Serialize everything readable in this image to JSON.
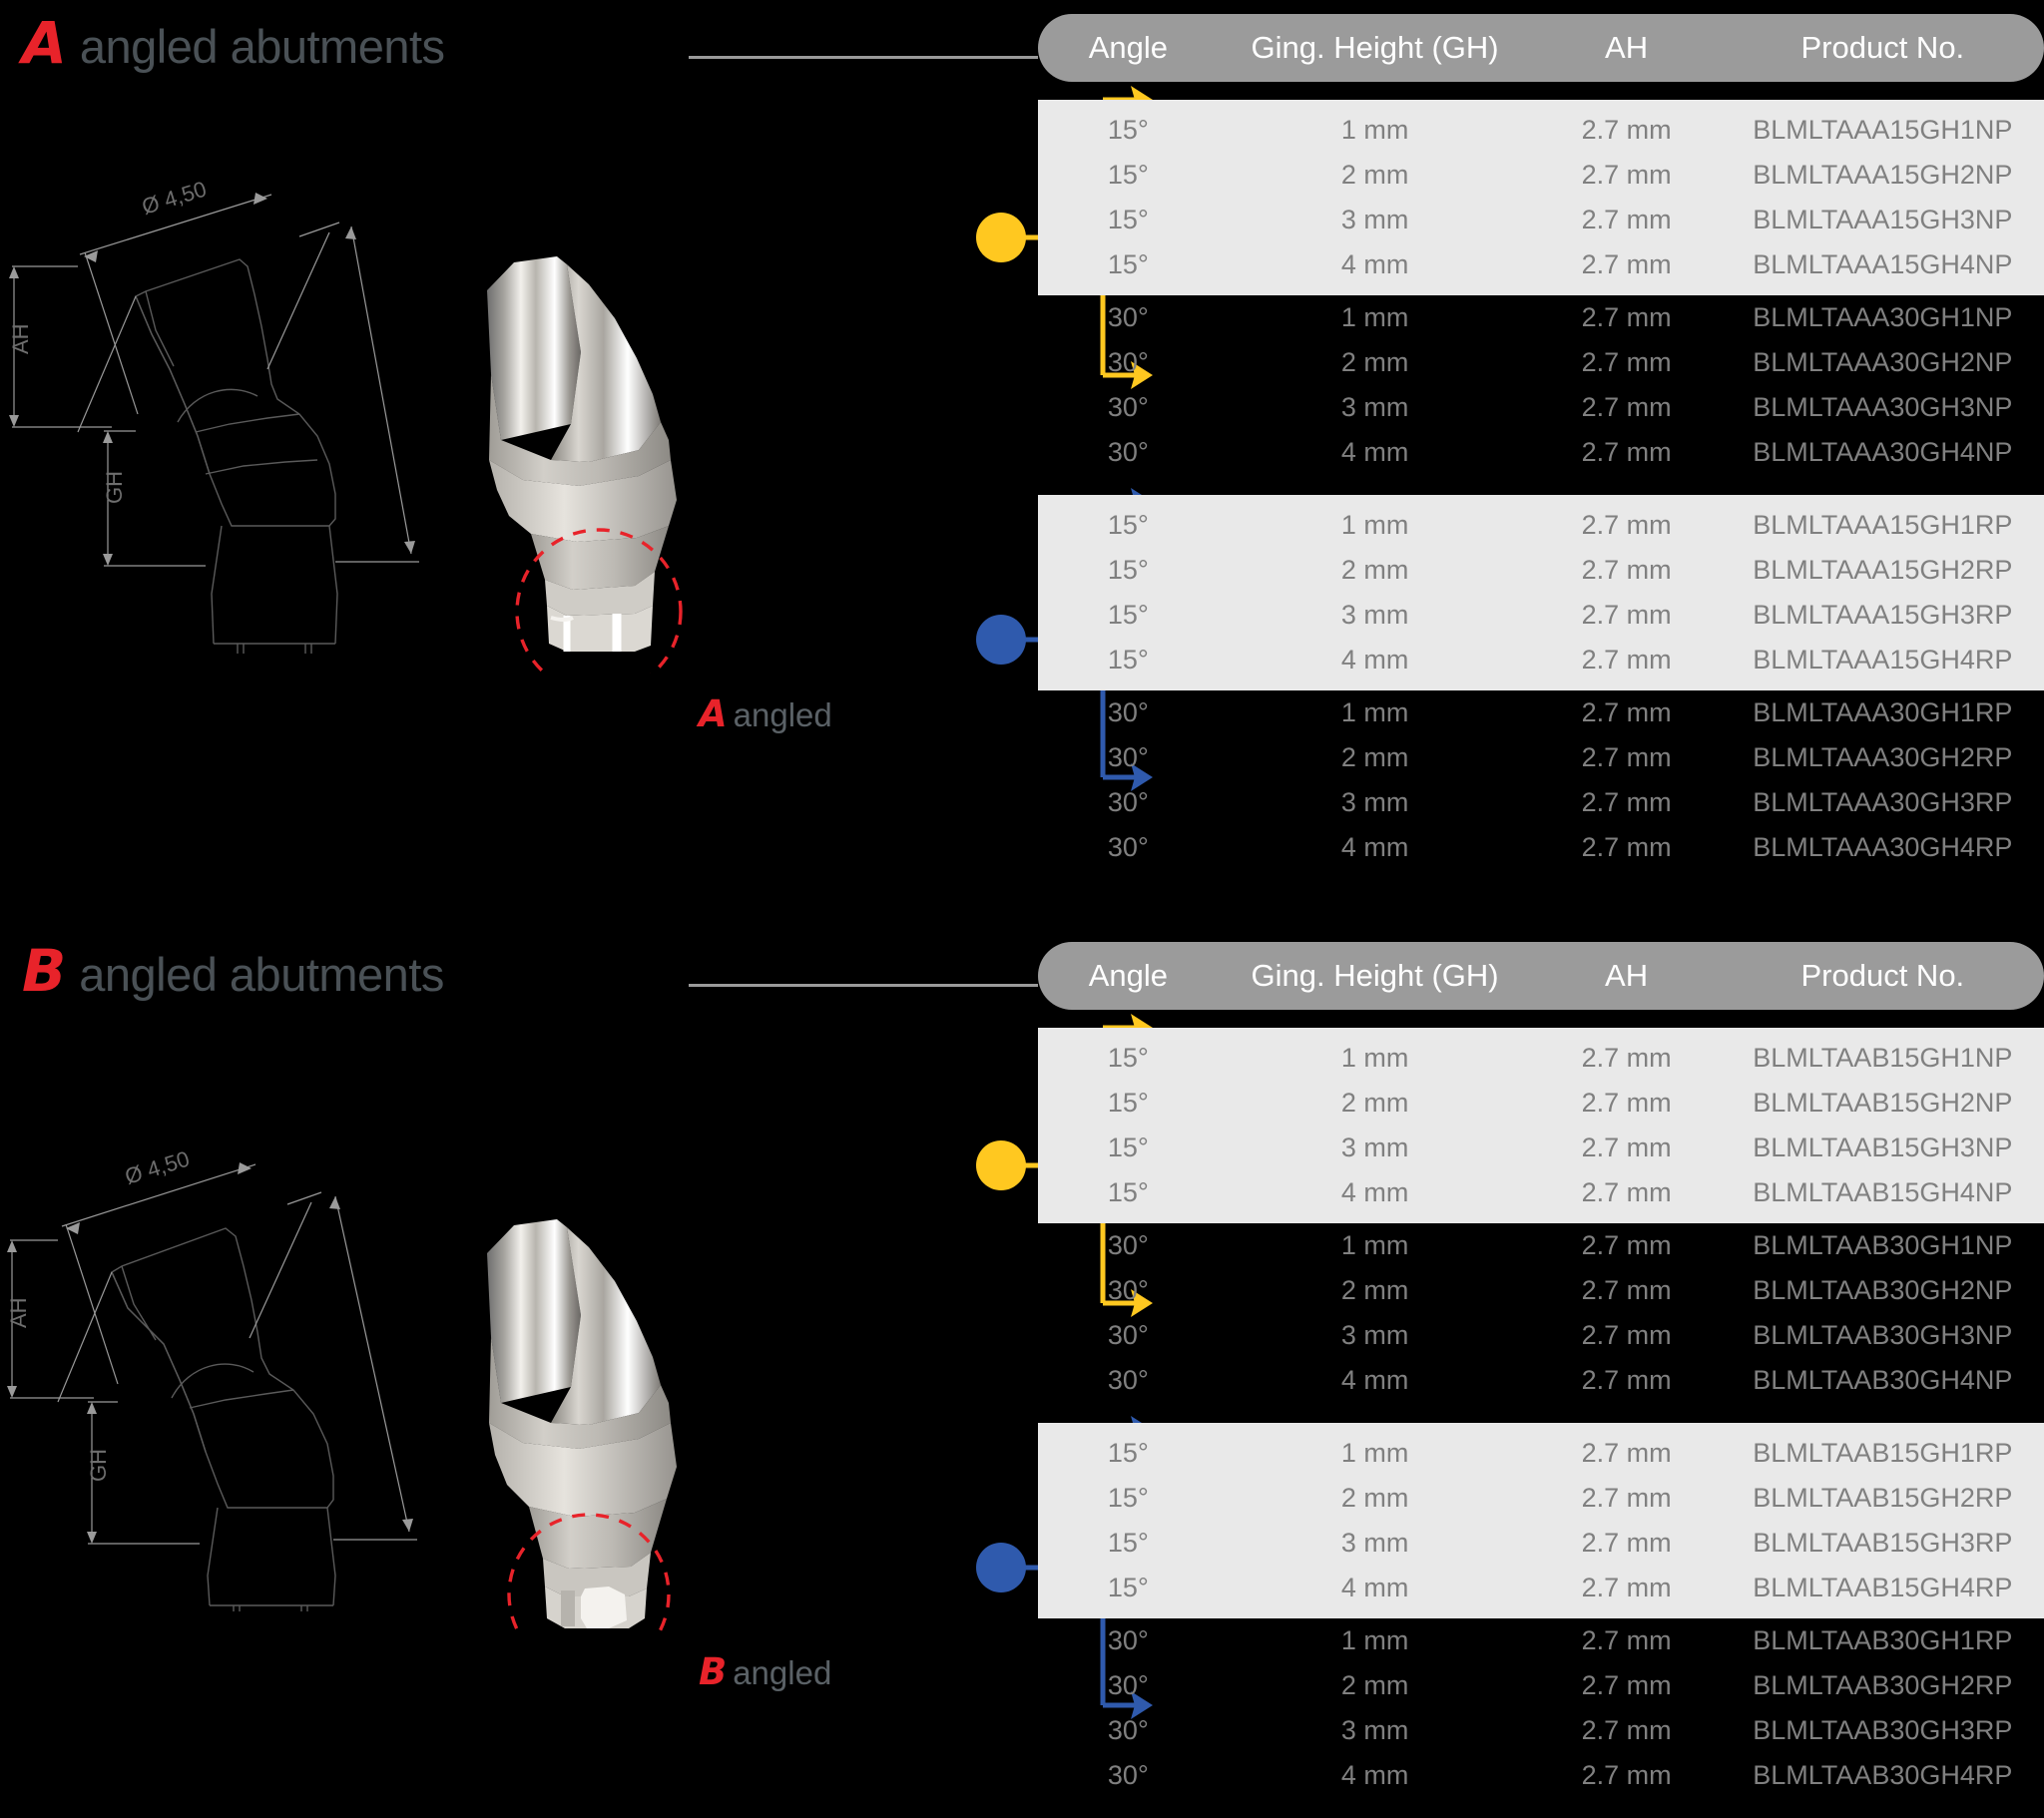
{
  "colors": {
    "red": "#e8232a",
    "heading_gray": "#4a5156",
    "header_band": "#9b9b9b",
    "row_light": "#e9e9e9",
    "row_dark": "#000000",
    "text_gray": "#808080",
    "yellow": "#ffc820",
    "blue": "#2f5aad",
    "background": "#000000",
    "rule": "#9a9a9a"
  },
  "columns": [
    "Angle",
    "Ging. Height (GH)",
    "AH",
    "Product No."
  ],
  "sections": [
    {
      "id": "a",
      "letter": "A",
      "heading": "angled abutments",
      "callout": {
        "letter": "A",
        "text": "angled"
      },
      "drawing": {
        "diameter_label": "Ø 4,50",
        "ah_label": "AH",
        "gh_label": "GH"
      },
      "groups": [
        {
          "connector": "yellow",
          "platform": "NP",
          "rows": [
            {
              "angle": "15°",
              "gh": "1 mm",
              "ah": "2.7 mm",
              "pn": "BLMLTAAA15GH1NP",
              "shade": "light"
            },
            {
              "angle": "15°",
              "gh": "2 mm",
              "ah": "2.7 mm",
              "pn": "BLMLTAAA15GH2NP",
              "shade": "light"
            },
            {
              "angle": "15°",
              "gh": "3 mm",
              "ah": "2.7 mm",
              "pn": "BLMLTAAA15GH3NP",
              "shade": "light"
            },
            {
              "angle": "15°",
              "gh": "4 mm",
              "ah": "2.7 mm",
              "pn": "BLMLTAAA15GH4NP",
              "shade": "light"
            },
            {
              "angle": "30°",
              "gh": "1 mm",
              "ah": "2.7 mm",
              "pn": "BLMLTAAA30GH1NP",
              "shade": "dark"
            },
            {
              "angle": "30°",
              "gh": "2 mm",
              "ah": "2.7 mm",
              "pn": "BLMLTAAA30GH2NP",
              "shade": "dark"
            },
            {
              "angle": "30°",
              "gh": "3 mm",
              "ah": "2.7 mm",
              "pn": "BLMLTAAA30GH3NP",
              "shade": "dark"
            },
            {
              "angle": "30°",
              "gh": "4 mm",
              "ah": "2.7 mm",
              "pn": "BLMLTAAA30GH4NP",
              "shade": "dark"
            }
          ]
        },
        {
          "connector": "blue",
          "platform": "RP",
          "rows": [
            {
              "angle": "15°",
              "gh": "1 mm",
              "ah": "2.7 mm",
              "pn": "BLMLTAAA15GH1RP",
              "shade": "light"
            },
            {
              "angle": "15°",
              "gh": "2 mm",
              "ah": "2.7 mm",
              "pn": "BLMLTAAA15GH2RP",
              "shade": "light"
            },
            {
              "angle": "15°",
              "gh": "3 mm",
              "ah": "2.7 mm",
              "pn": "BLMLTAAA15GH3RP",
              "shade": "light"
            },
            {
              "angle": "15°",
              "gh": "4 mm",
              "ah": "2.7 mm",
              "pn": "BLMLTAAA15GH4RP",
              "shade": "light"
            },
            {
              "angle": "30°",
              "gh": "1 mm",
              "ah": "2.7 mm",
              "pn": "BLMLTAAA30GH1RP",
              "shade": "dark"
            },
            {
              "angle": "30°",
              "gh": "2 mm",
              "ah": "2.7 mm",
              "pn": "BLMLTAAA30GH2RP",
              "shade": "dark"
            },
            {
              "angle": "30°",
              "gh": "3 mm",
              "ah": "2.7 mm",
              "pn": "BLMLTAAA30GH3RP",
              "shade": "dark"
            },
            {
              "angle": "30°",
              "gh": "4 mm",
              "ah": "2.7 mm",
              "pn": "BLMLTAAA30GH4RP",
              "shade": "dark"
            }
          ]
        }
      ]
    },
    {
      "id": "b",
      "letter": "B",
      "heading": "angled abutments",
      "callout": {
        "letter": "B",
        "text": "angled"
      },
      "drawing": {
        "diameter_label": "Ø 4,50",
        "ah_label": "AH",
        "gh_label": "GH"
      },
      "groups": [
        {
          "connector": "yellow",
          "platform": "NP",
          "rows": [
            {
              "angle": "15°",
              "gh": "1 mm",
              "ah": "2.7 mm",
              "pn": "BLMLTAAB15GH1NP",
              "shade": "light"
            },
            {
              "angle": "15°",
              "gh": "2 mm",
              "ah": "2.7 mm",
              "pn": "BLMLTAAB15GH2NP",
              "shade": "light"
            },
            {
              "angle": "15°",
              "gh": "3 mm",
              "ah": "2.7 mm",
              "pn": "BLMLTAAB15GH3NP",
              "shade": "light"
            },
            {
              "angle": "15°",
              "gh": "4 mm",
              "ah": "2.7 mm",
              "pn": "BLMLTAAB15GH4NP",
              "shade": "light"
            },
            {
              "angle": "30°",
              "gh": "1 mm",
              "ah": "2.7 mm",
              "pn": "BLMLTAAB30GH1NP",
              "shade": "dark"
            },
            {
              "angle": "30°",
              "gh": "2 mm",
              "ah": "2.7 mm",
              "pn": "BLMLTAAB30GH2NP",
              "shade": "dark"
            },
            {
              "angle": "30°",
              "gh": "3 mm",
              "ah": "2.7 mm",
              "pn": "BLMLTAAB30GH3NP",
              "shade": "dark"
            },
            {
              "angle": "30°",
              "gh": "4 mm",
              "ah": "2.7 mm",
              "pn": "BLMLTAAB30GH4NP",
              "shade": "dark"
            }
          ]
        },
        {
          "connector": "blue",
          "platform": "RP",
          "rows": [
            {
              "angle": "15°",
              "gh": "1 mm",
              "ah": "2.7 mm",
              "pn": "BLMLTAAB15GH1RP",
              "shade": "light"
            },
            {
              "angle": "15°",
              "gh": "2 mm",
              "ah": "2.7 mm",
              "pn": "BLMLTAAB15GH2RP",
              "shade": "light"
            },
            {
              "angle": "15°",
              "gh": "3 mm",
              "ah": "2.7 mm",
              "pn": "BLMLTAAB15GH3RP",
              "shade": "light"
            },
            {
              "angle": "15°",
              "gh": "4 mm",
              "ah": "2.7 mm",
              "pn": "BLMLTAAB15GH4RP",
              "shade": "light"
            },
            {
              "angle": "30°",
              "gh": "1 mm",
              "ah": "2.7 mm",
              "pn": "BLMLTAAB30GH1RP",
              "shade": "dark"
            },
            {
              "angle": "30°",
              "gh": "2 mm",
              "ah": "2.7 mm",
              "pn": "BLMLTAAB30GH2RP",
              "shade": "dark"
            },
            {
              "angle": "30°",
              "gh": "3 mm",
              "ah": "2.7 mm",
              "pn": "BLMLTAAB30GH3RP",
              "shade": "dark"
            },
            {
              "angle": "30°",
              "gh": "4 mm",
              "ah": "2.7 mm",
              "pn": "BLMLTAAB30GH4RP",
              "shade": "dark"
            }
          ]
        }
      ]
    }
  ]
}
